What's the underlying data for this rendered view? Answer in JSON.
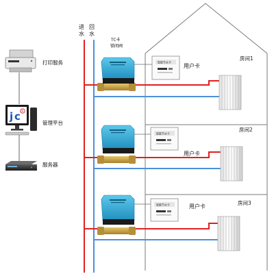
{
  "devices": {
    "printer": "打印服务",
    "platform": "管理平台",
    "server": "服务器"
  },
  "pipes": {
    "inlet": [
      "进",
      "水"
    ],
    "return": [
      "回",
      "水"
    ]
  },
  "valve": {
    "title": [
      "TC卡",
      "锁闭阀"
    ]
  },
  "card_reader": {
    "label": "用户卡",
    "screen_text": "智能节水卡"
  },
  "rooms": [
    "房间1",
    "房间2",
    "房间3"
  ],
  "colors": {
    "supply_pipe": "#e02020",
    "return_pipe": "#4a90d9",
    "valve_body": "#2aa0c8",
    "valve_brass": "#c8a040",
    "house_outline": "#7a7a7a",
    "wiring": "#666666"
  },
  "icons": [
    "printer-icon",
    "computer-icon",
    "server-icon",
    "valve-icon",
    "card-reader-icon",
    "radiator-icon"
  ]
}
